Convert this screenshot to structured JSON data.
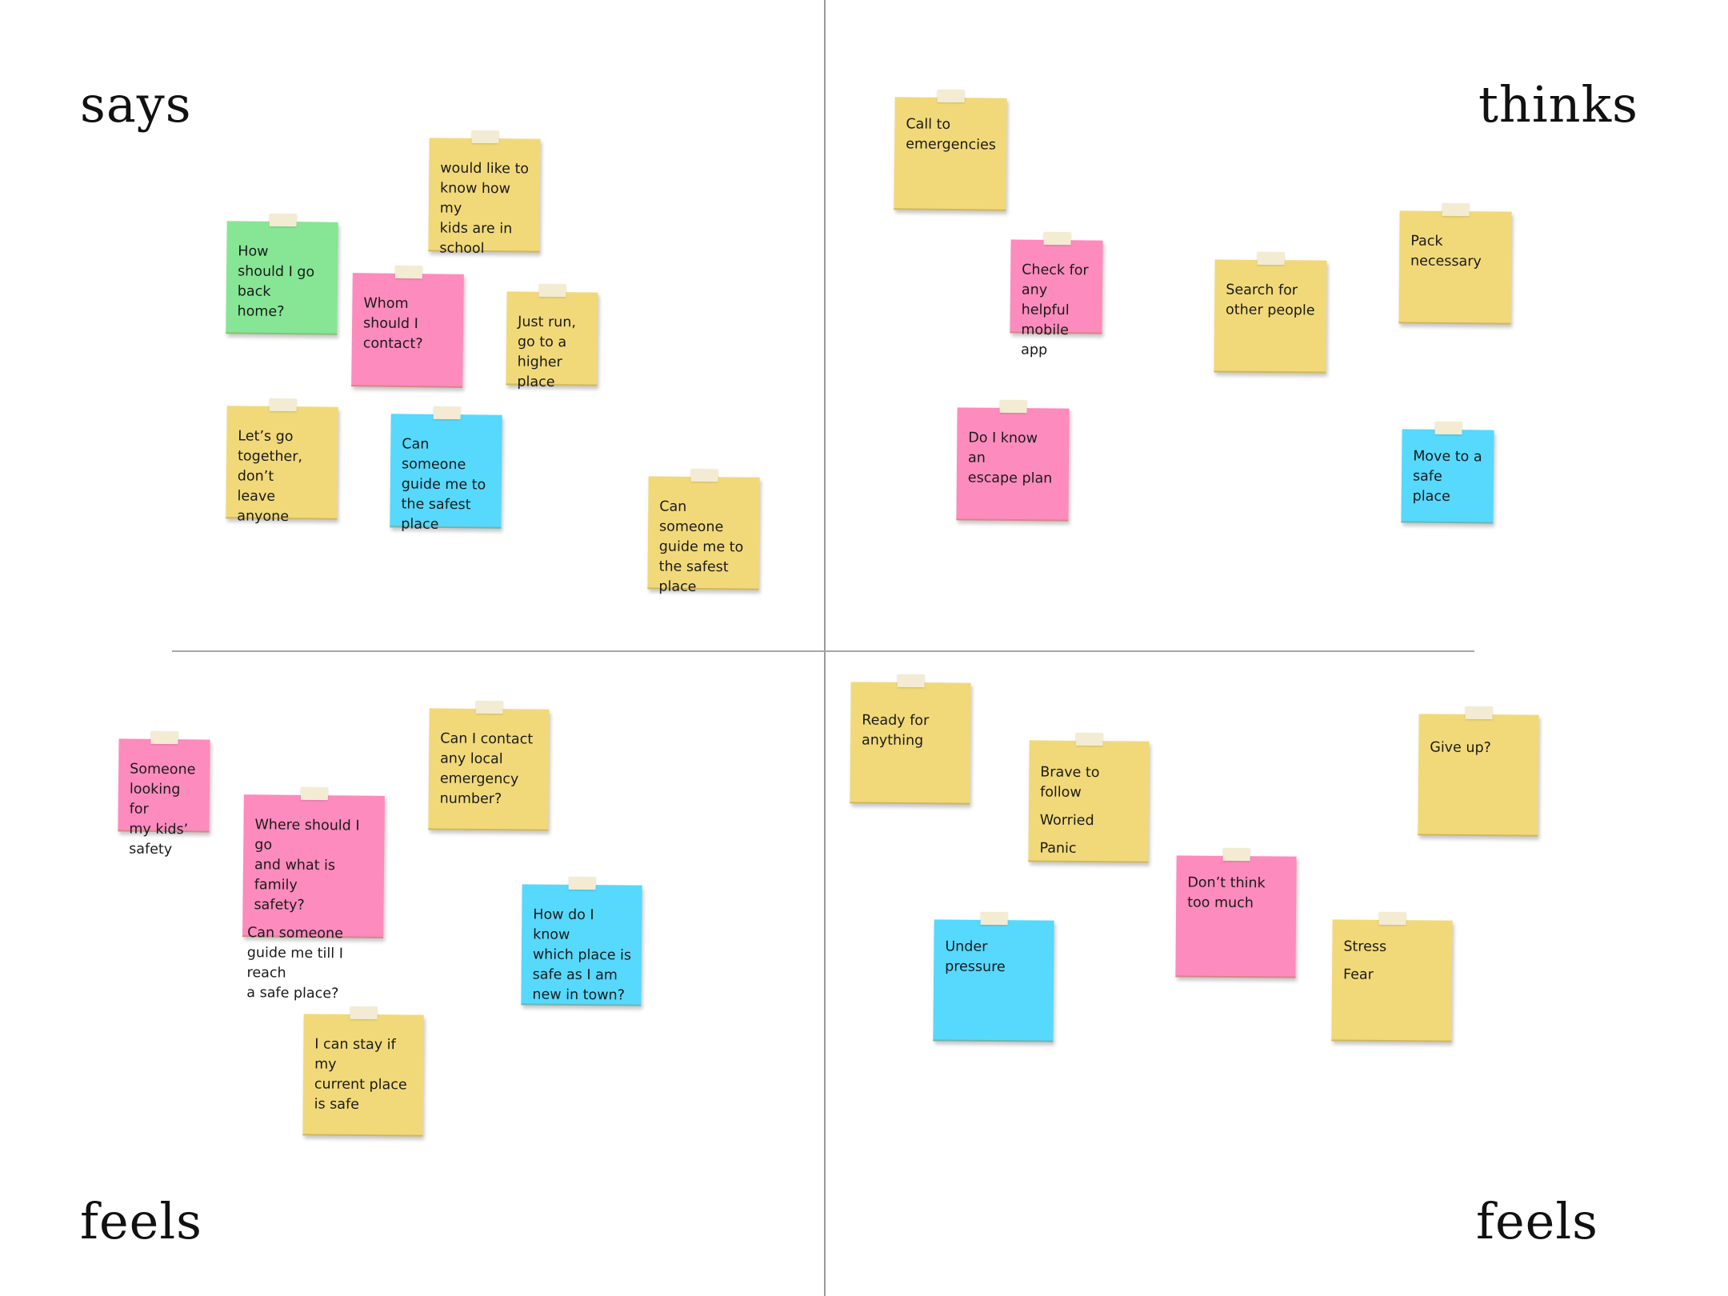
{
  "quadrants": {
    "top_left": "says",
    "top_right": "thinks",
    "bottom_left": "feels",
    "bottom_right": "feels"
  },
  "colors": {
    "yellow": "#f1d97a",
    "green": "#86e695",
    "pink": "#fd8bbd",
    "blue": "#57d8fd"
  },
  "notes": [
    {
      "color": "green",
      "paragraphs": [
        "How\nshould I go\nback\nhome?"
      ]
    },
    {
      "color": "yellow",
      "paragraphs": [
        "would like to\nknow how my\nkids are in\nschool"
      ]
    },
    {
      "color": "pink",
      "paragraphs": [
        "Whom\nshould I\ncontact?"
      ]
    },
    {
      "color": "yellow",
      "paragraphs": [
        "Just run,\ngo to a\nhigher\nplace"
      ]
    },
    {
      "color": "yellow",
      "paragraphs": [
        "Let’s go\ntogether, don’t\nleave anyone"
      ]
    },
    {
      "color": "blue",
      "paragraphs": [
        "Can someone\nguide me to\nthe safest\nplace"
      ]
    },
    {
      "color": "yellow",
      "paragraphs": [
        "Can someone\nguide me to\nthe safest\nplace"
      ]
    },
    {
      "color": "yellow",
      "paragraphs": [
        "Call to\nemergencies"
      ]
    },
    {
      "color": "pink",
      "paragraphs": [
        "Check for\nany helpful\nmobile app"
      ]
    },
    {
      "color": "yellow",
      "paragraphs": [
        "Search for\nother people"
      ]
    },
    {
      "color": "yellow",
      "paragraphs": [
        "Pack\nnecessary"
      ]
    },
    {
      "color": "pink",
      "paragraphs": [
        "Do I know an\nescape plan"
      ]
    },
    {
      "color": "blue",
      "paragraphs": [
        "Move to a\nsafe place"
      ]
    },
    {
      "color": "pink",
      "paragraphs": [
        "Someone\nlooking for\nmy kids’\nsafety"
      ]
    },
    {
      "color": "pink",
      "paragraphs": [
        "Where should I go\nand what is family\nsafety?",
        "Can someone\nguide me till I reach\na safe place?"
      ]
    },
    {
      "color": "yellow",
      "paragraphs": [
        "Can I contact\nany local\nemergency\nnumber?"
      ]
    },
    {
      "color": "blue",
      "paragraphs": [
        "How do I know\nwhich place is\nsafe as I am\nnew in town?"
      ]
    },
    {
      "color": "yellow",
      "paragraphs": [
        "I can stay if my\ncurrent place\nis safe"
      ]
    },
    {
      "color": "yellow",
      "paragraphs": [
        "Ready for\nanything"
      ]
    },
    {
      "color": "yellow",
      "paragraphs": [
        "Brave to\nfollow",
        "Worried",
        "Panic"
      ]
    },
    {
      "color": "yellow",
      "paragraphs": [
        "Give up?"
      ]
    },
    {
      "color": "pink",
      "paragraphs": [
        "Don’t think\ntoo much"
      ]
    },
    {
      "color": "blue",
      "paragraphs": [
        "Under\npressure"
      ]
    },
    {
      "color": "yellow",
      "paragraphs": [
        "Stress",
        "Fear"
      ]
    }
  ]
}
